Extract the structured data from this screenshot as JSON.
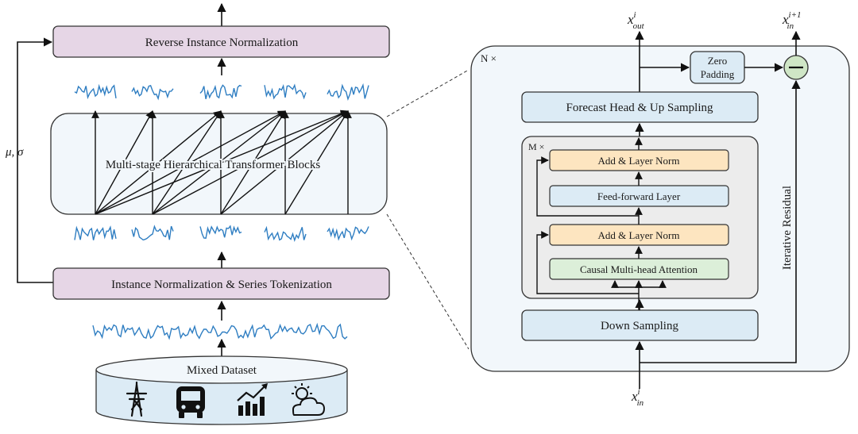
{
  "left": {
    "reverse_norm": "Reverse Instance Normalization",
    "transformer_blocks": "Multi-stage Hierarchical Transformer Blocks",
    "instance_norm": "Instance Normalization & Series Tokenization",
    "stats_label": "μ, σ",
    "dataset_label": "Mixed Dataset",
    "dataset_icons": [
      "power-tower-icon",
      "bus-icon",
      "chart-growth-icon",
      "weather-cloud-sun-icon"
    ]
  },
  "right": {
    "n_repeat": "N ×",
    "m_repeat": "M ×",
    "forecast_head": "Forecast Head & Up Sampling",
    "add_norm_top": "Add & Layer Norm",
    "feed_forward": "Feed-forward Layer",
    "add_norm_bottom": "Add & Layer Norm",
    "attention": "Causal Multi-head Attention",
    "down_sampling": "Down Sampling",
    "zero_padding_line1": "Zero",
    "zero_padding_line2": "Padding",
    "iterative_residual": "Iterative Residual",
    "x_out": {
      "base": "x",
      "sup": "i",
      "sub": "out"
    },
    "x_in_next": {
      "base": "x",
      "sup": "i+1",
      "sub": "in"
    },
    "x_in": {
      "base": "x",
      "sup": "i",
      "sub": "in"
    }
  },
  "colors": {
    "purple_box": "#e6d6e6",
    "blue_box": "#dcebf5",
    "orange_box": "#fde5c0",
    "green_box": "#dcefd9",
    "series_line": "#2f7ec2",
    "outer_panel": "#f2f7fb",
    "inner_panel": "#ececec",
    "minus_circle": "#cfe6c6"
  }
}
